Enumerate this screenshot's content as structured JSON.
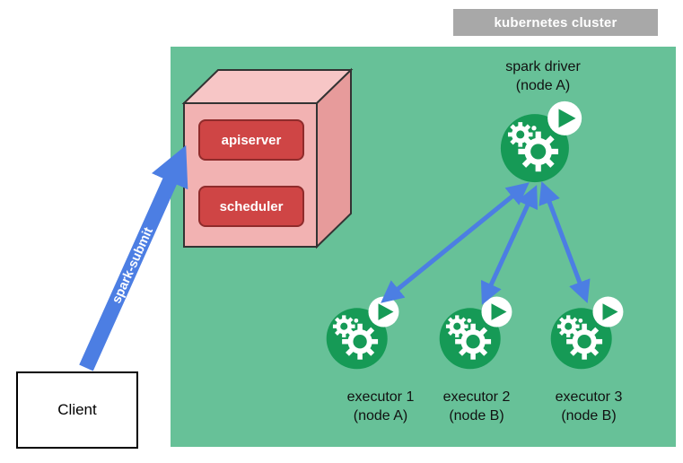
{
  "cluster": {
    "label": "kubernetes cluster"
  },
  "control_plane": {
    "apiserver": "apiserver",
    "scheduler": "scheduler"
  },
  "driver": {
    "title": "spark driver",
    "node": "(node A)"
  },
  "executors": [
    {
      "title": "executor 1",
      "node": "(node A)"
    },
    {
      "title": "executor 2",
      "node": "(node B)"
    },
    {
      "title": "executor 3",
      "node": "(node B)"
    }
  ],
  "client": {
    "label": "Client"
  },
  "submit_arrow": {
    "label": "spark-submit"
  },
  "colors": {
    "cluster_green": "#67c198",
    "pod_green": "#169a56",
    "arrow_blue": "#4c7ee3",
    "box_red": "#cf4545",
    "cube_pink": "#f2b2b2",
    "label_gray": "#a8a8a8"
  },
  "icons": {
    "pod": "gear-and-play-pod-icon",
    "badge": "play-icon"
  }
}
